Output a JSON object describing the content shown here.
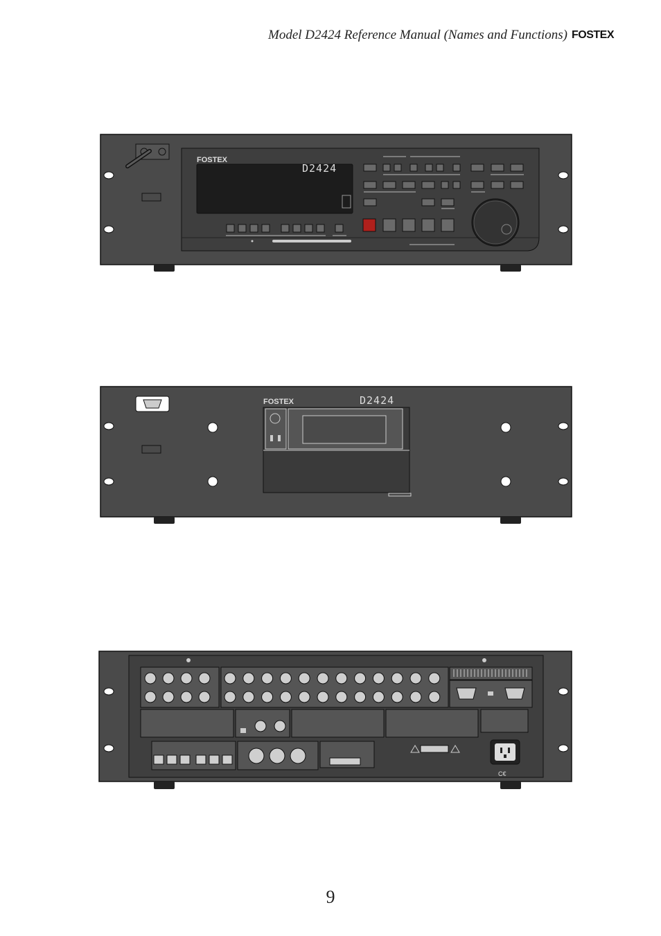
{
  "header": {
    "title": "Model D2424 Reference Manual (Names and Functions)",
    "brand": "FOSTEX"
  },
  "front_panel": {
    "brand": "FOSTEX",
    "model": "D2424"
  },
  "drive_panel": {
    "brand": "FOSTEX",
    "model": "D2424"
  },
  "page_number": "9",
  "colors": {
    "panel": "#4a4a4a",
    "panel_dark": "#2f2f2f",
    "outline": "#111111",
    "button": "#6a6a6a",
    "record_button": "#b0201c"
  }
}
